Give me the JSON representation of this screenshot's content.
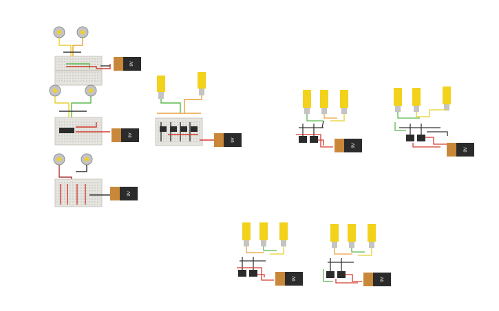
{
  "battery_label": "9V",
  "colors": {
    "background": "#ffffff",
    "breadboard": "#e6e4df",
    "breadboard_edge": "#c9c6bf",
    "breadboard_hole": "#b9b6ae",
    "battery_body": "#2b2b2b",
    "battery_cap": "#c9873a",
    "motor_yellow": "#f2d21b",
    "motor_gray": "#c4c4c4",
    "wire_red": "#d23a2f",
    "wire_black": "#333333",
    "wire_green": "#58b84a",
    "wire_orange": "#e9a03a",
    "wire_yellow": "#e6cf2a"
  },
  "circuits": [
    {
      "name": "circuit-2-dc-motors-driver"
    },
    {
      "name": "circuit-2-dc-motors-ic"
    },
    {
      "name": "circuit-2-dc-motors-switches"
    },
    {
      "name": "circuit-2-gear-motors-relays"
    },
    {
      "name": "circuit-3-gear-motors-a"
    },
    {
      "name": "circuit-3-gear-motors-b"
    },
    {
      "name": "circuit-3-gear-motors-c"
    },
    {
      "name": "circuit-3-gear-motors-d"
    }
  ]
}
